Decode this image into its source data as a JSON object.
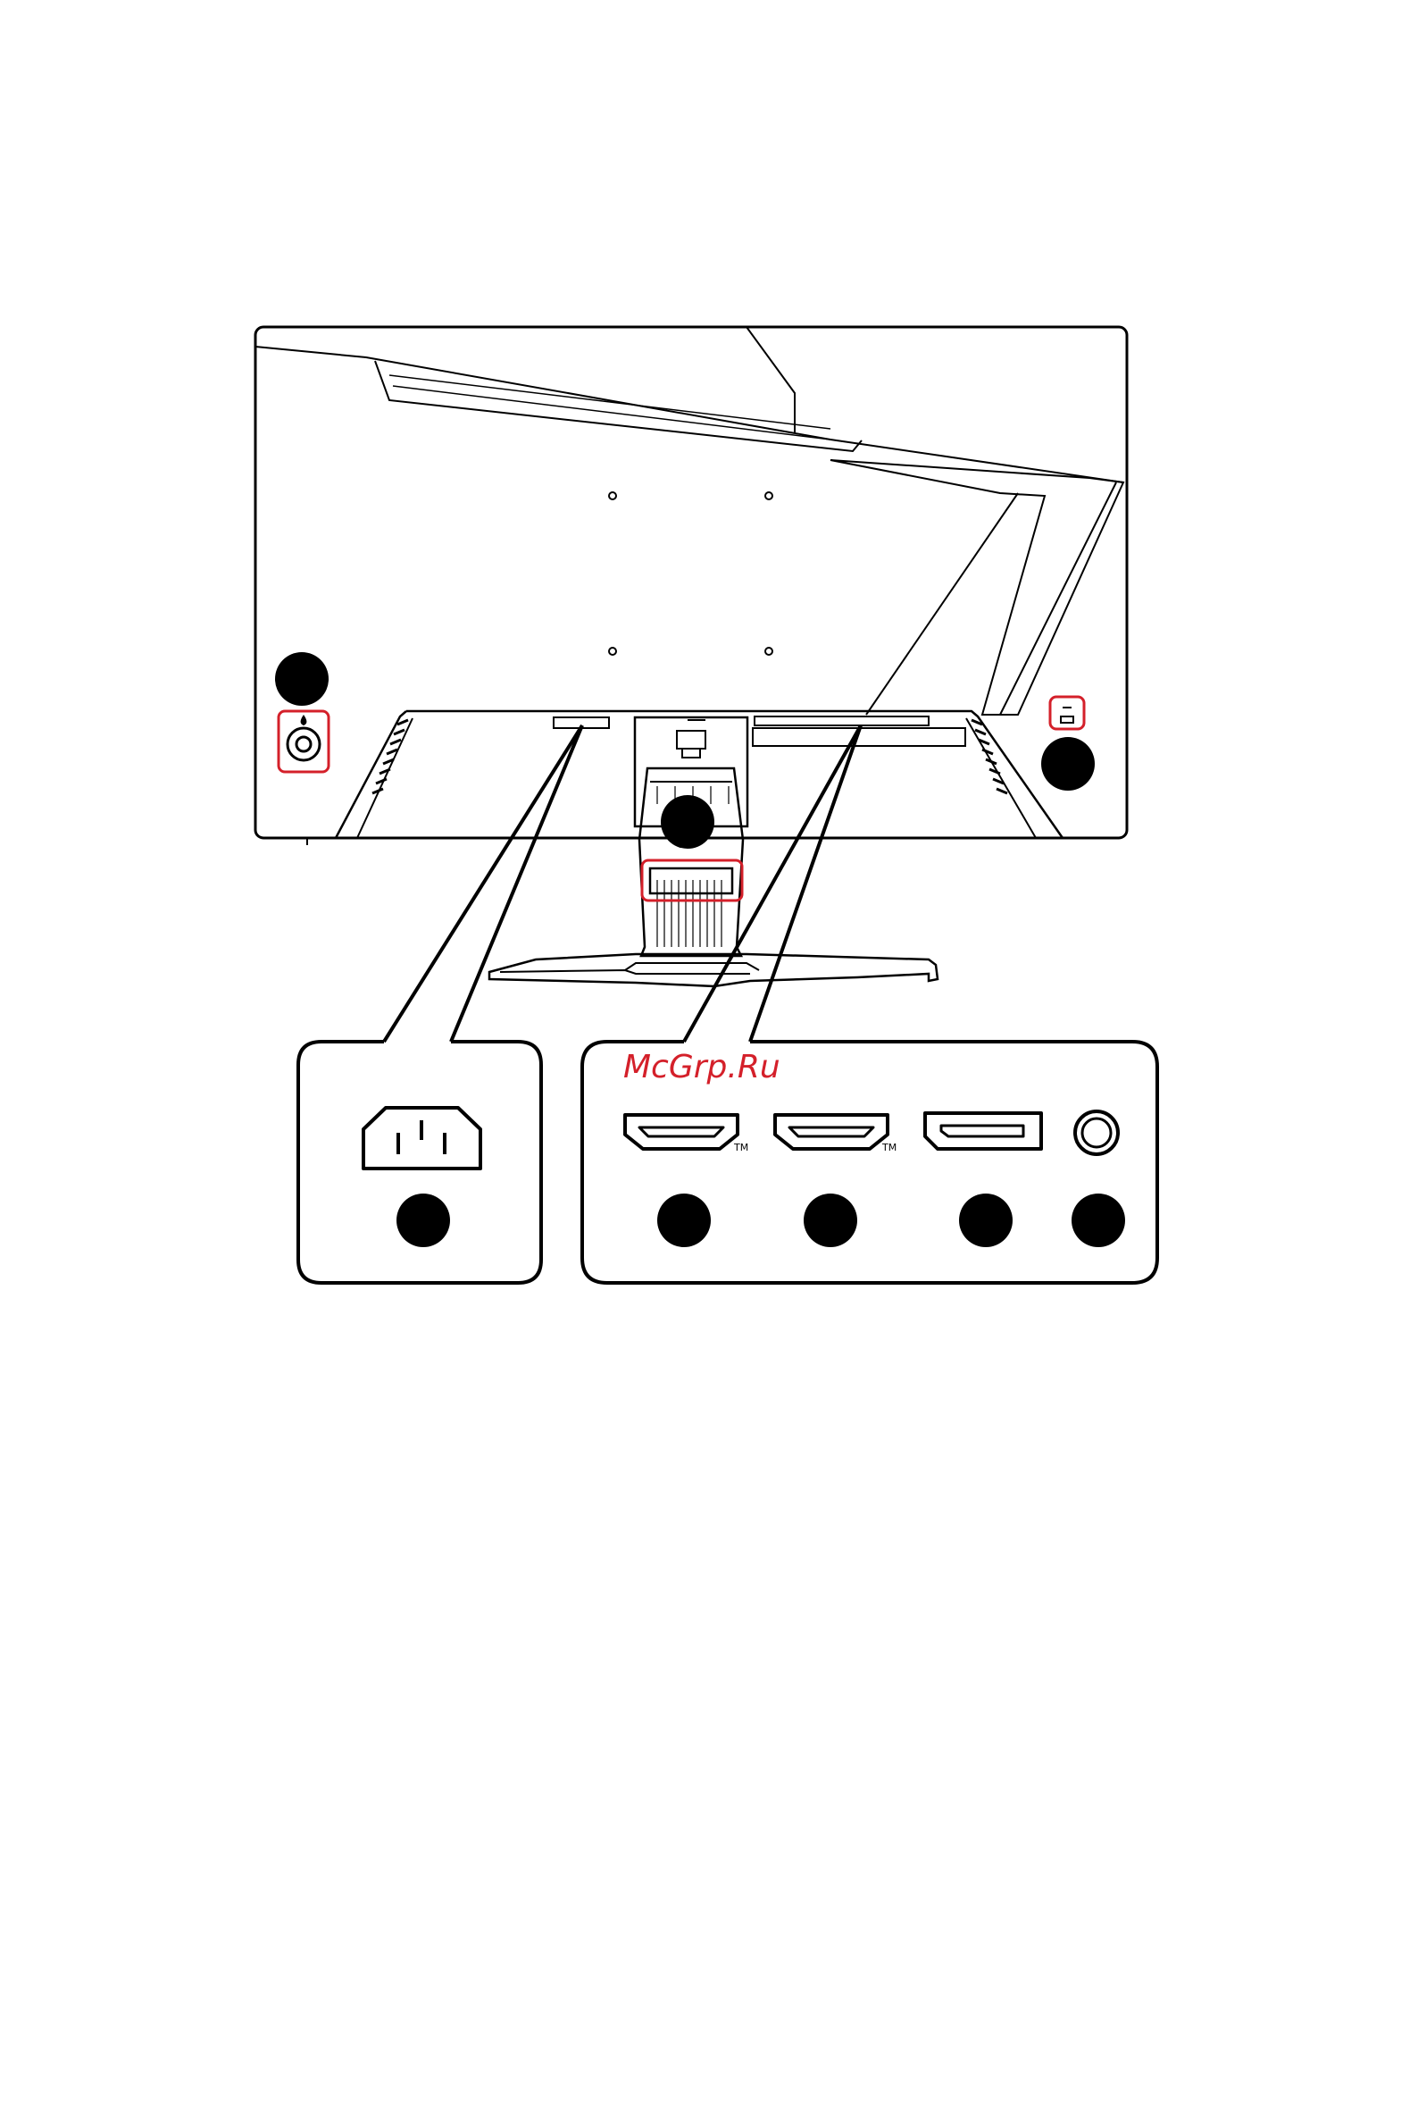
{
  "watermark": {
    "text": "McGrp.Ru"
  },
  "ports": {
    "power": {
      "icon": "ac-power-socket-icon"
    },
    "hdmi_1": {
      "icon": "hdmi-port-icon",
      "mark": "TM"
    },
    "hdmi_2": {
      "icon": "hdmi-port-icon",
      "mark": "TM"
    },
    "displayport": {
      "icon": "displayport-icon"
    },
    "audio": {
      "icon": "headphone-jack-icon"
    }
  },
  "colors": {
    "highlight": "#d4202a",
    "line": "#000000",
    "watermark": "#d4202a"
  }
}
